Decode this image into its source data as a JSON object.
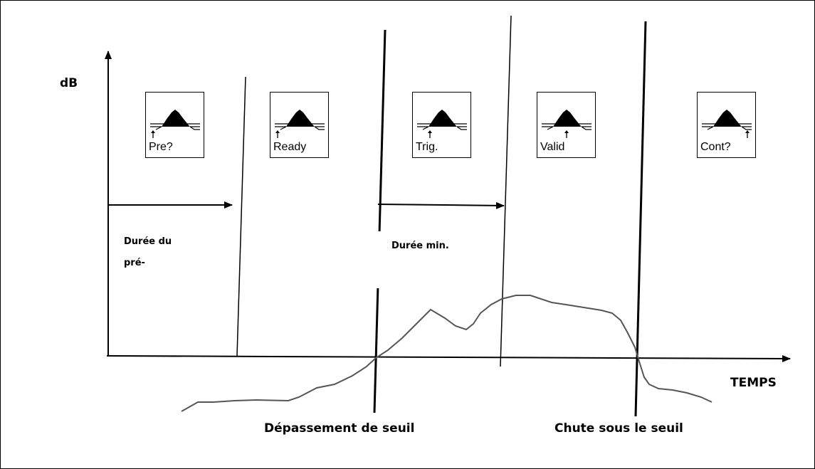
{
  "axis": {
    "y_label": "dB",
    "x_label": "TEMPS"
  },
  "states": [
    {
      "label": "Pre?",
      "marker": "left-rise"
    },
    {
      "label": "Ready",
      "marker": "left-rise"
    },
    {
      "label": "Trig.",
      "marker": "threshold-cross"
    },
    {
      "label": "Valid",
      "marker": "peak"
    },
    {
      "label": "Cont?",
      "marker": "right-fall"
    }
  ],
  "durations": {
    "pre_line1": "Durée du",
    "pre_line2": "pré-",
    "min": "Durée min."
  },
  "events": {
    "threshold_exceeded": "Dépassement de seuil",
    "threshold_drop": "Chute sous le seuil"
  },
  "icons": [
    "peak-envelope-icon",
    "arrow-up-icon",
    "arrow-right-icon"
  ]
}
